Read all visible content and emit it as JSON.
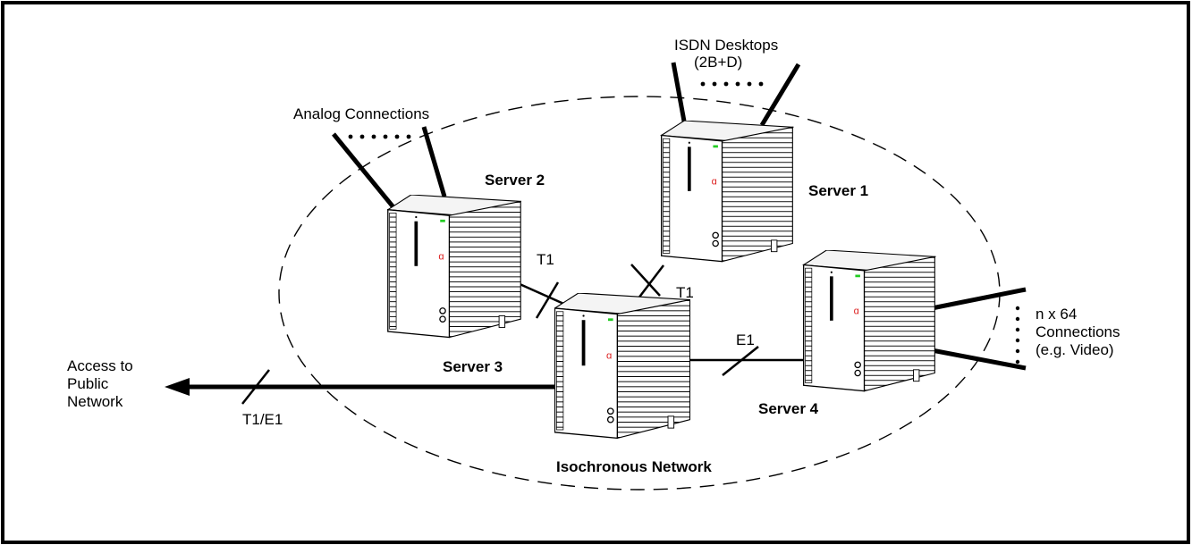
{
  "labels": {
    "isdn_line1": "ISDN Desktops",
    "isdn_line2": "(2B+D)",
    "analog": "Analog Connections",
    "server1": "Server 1",
    "server2": "Server 2",
    "server3": "Server 3",
    "server4": "Server 4",
    "link_s2_s3": "T1",
    "link_s1_s3": "T1",
    "link_s3_s4": "E1",
    "link_public": "T1/E1",
    "public_line1": "Access to",
    "public_line2": "Public",
    "public_line3": "Network",
    "nx64_line1": "n x 64",
    "nx64_line2": "Connections",
    "nx64_line3": "(e.g. Video)",
    "network": "Isochronous Network"
  },
  "colors": {
    "frame": "#000000",
    "indicator_led": "#22cc22",
    "logo": "#dd2222"
  }
}
